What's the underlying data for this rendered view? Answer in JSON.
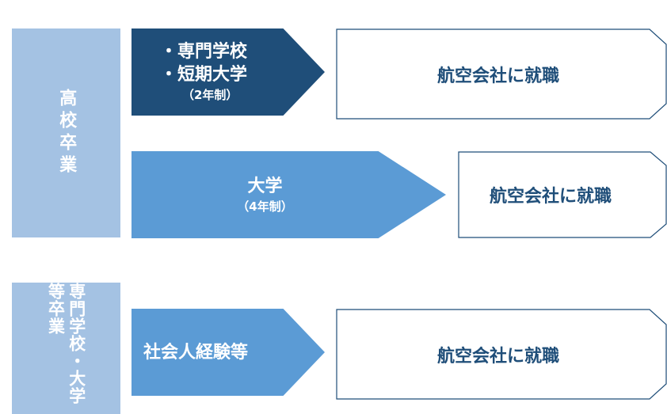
{
  "stages": [
    {
      "text": "高校卒業"
    },
    {
      "text": "専門学校・大学等卒業"
    }
  ],
  "arrows": [
    {
      "lines": [
        "・専門学校",
        "・短期大学"
      ],
      "sub": "（2年制）"
    },
    {
      "lines": [
        "大学"
      ],
      "sub": "（4年制）"
    },
    {
      "lines": [
        "社会人経験等"
      ],
      "sub": ""
    }
  ],
  "destinations": [
    {
      "text": "航空会社に就職"
    },
    {
      "text": "航空会社に就職"
    },
    {
      "text": "航空会社に就職"
    }
  ],
  "colors": {
    "stage": "#a4c2e3",
    "arrow_dark": "#1f4e79",
    "arrow_light": "#5b9bd5",
    "dest_text": "#1f4e79",
    "dest_border": "#1f4e79"
  }
}
